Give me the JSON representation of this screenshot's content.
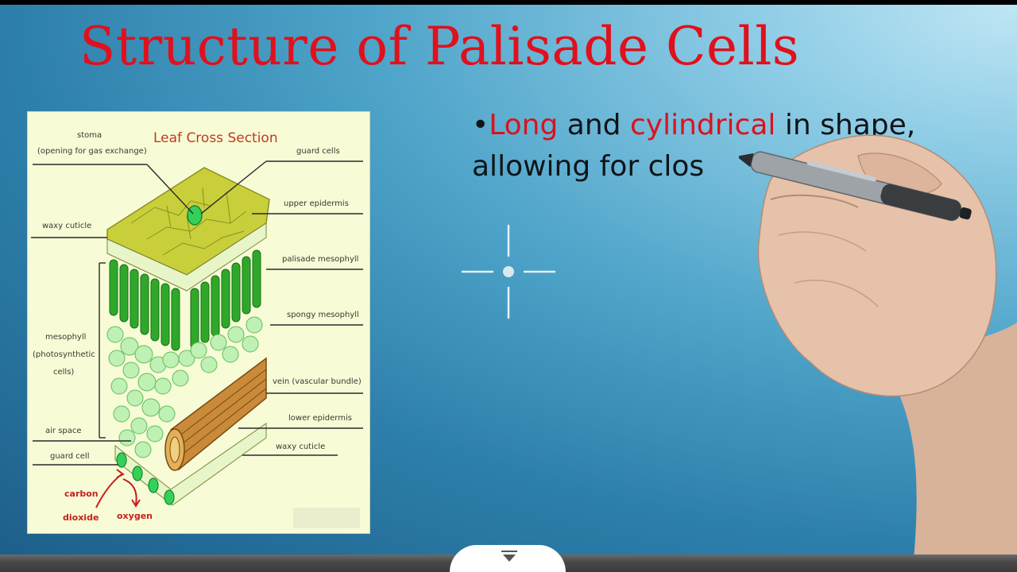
{
  "slide": {
    "title": "Structure of Palisade Cells",
    "bullet": {
      "marker": "•",
      "word1": "Long",
      "word2": " and ",
      "word3": "cylindrical",
      "word4": " in shape,",
      "line2": "allowing for clos"
    }
  },
  "diagram": {
    "title": "Leaf Cross Section",
    "labels": {
      "stoma": "stoma",
      "stoma_desc": "(opening for gas exchange)",
      "guard_cells": "guard cells",
      "upper_epidermis": "upper epidermis",
      "waxy_cuticle_top": "waxy cuticle",
      "palisade_mesophyll": "palisade mesophyll",
      "spongy_mesophyll": "spongy mesophyll",
      "mesophyll_1": "mesophyll",
      "mesophyll_2": "(photosynthetic",
      "mesophyll_3": "cells)",
      "vein": "vein (vascular bundle)",
      "lower_epidermis": "lower epidermis",
      "air_space": "air space",
      "waxy_cuticle_bottom": "waxy cuticle",
      "guard_cell": "guard cell",
      "carbon_1": "carbon",
      "carbon_2": "dioxide",
      "oxygen": "oxygen"
    }
  },
  "overlay": {
    "icons": [
      "crosshair-icon",
      "pen-hand",
      "chevron-down-icon"
    ]
  },
  "colors": {
    "title_red": "#e0101c",
    "highlight_red": "#d8131f",
    "leaf_green": "#2fa82a",
    "diagram_bg": "#f7fbd6"
  }
}
